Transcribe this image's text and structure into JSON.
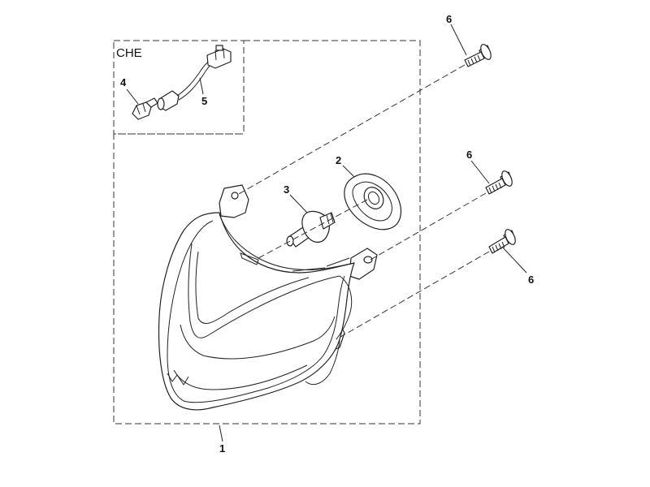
{
  "diagram": {
    "region_label": "CHE",
    "callouts": [
      {
        "id": "callout-1",
        "text": "1"
      },
      {
        "id": "callout-2",
        "text": "2"
      },
      {
        "id": "callout-3",
        "text": "3"
      },
      {
        "id": "callout-4",
        "text": "4"
      },
      {
        "id": "callout-5",
        "text": "5"
      },
      {
        "id": "callout-6a",
        "text": "6"
      },
      {
        "id": "callout-6b",
        "text": "6"
      },
      {
        "id": "callout-6c",
        "text": "6"
      }
    ],
    "colors": {
      "line": "#222222",
      "background": "#ffffff"
    }
  }
}
